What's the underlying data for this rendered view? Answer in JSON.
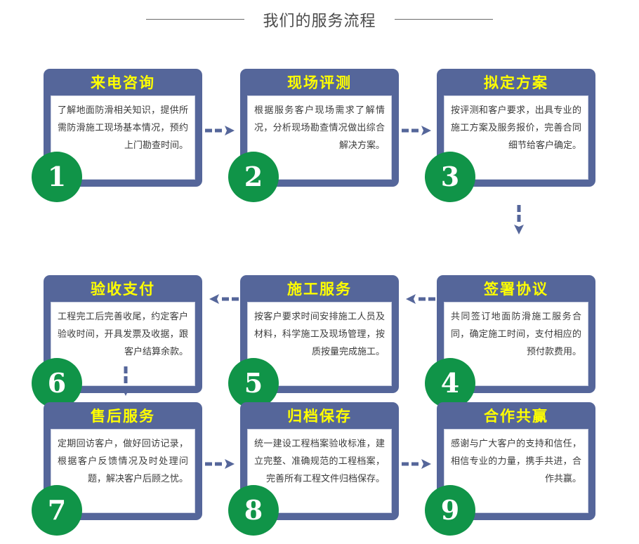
{
  "header": {
    "title": "我们的服务流程",
    "rule_left": "decorative-rule",
    "rule_right": "decorative-rule"
  },
  "theme": {
    "card_bg": "#55669A",
    "title_color": "#FFFF00",
    "badge_bg": "#109448",
    "badge_text": "#FFFFFF",
    "arrow_color": "#55669A",
    "body_bg": "#FFFFFF",
    "body_text": "#3B3B3B",
    "page_bg": "#FFFFFF"
  },
  "steps": [
    {
      "number": "1",
      "title": "来电咨询",
      "body": "了解地面防滑相关知识，提供所需防滑施工现场基本情况，预约上门勘查时间。"
    },
    {
      "number": "2",
      "title": "现场评测",
      "body": "根据服务客户现场需求了解情况，分析现场勘查情况做出综合解决方案。"
    },
    {
      "number": "3",
      "title": "拟定方案",
      "body": "按评测和客户要求，出具专业的施工方案及服务报价，完善合同细节给客户确定。"
    },
    {
      "number": "4",
      "title": "签署协议",
      "body": "共同签订地面防滑施工服务合同，确定施工时间，支付相应的预付款费用。"
    },
    {
      "number": "5",
      "title": "施工服务",
      "body": "按客户要求时间安排施工人员及材料，科学施工及现场管理，按质按量完成施工。"
    },
    {
      "number": "6",
      "title": "验收支付",
      "body": "工程完工后完善收尾，约定客户验收时间，开具发票及收据，跟客户结算余款。"
    },
    {
      "number": "7",
      "title": "售后服务",
      "body": "定期回访客户，做好回访记录，根据客户反馈情况及时处理问题，解决客户后顾之忧。"
    },
    {
      "number": "8",
      "title": "归档保存",
      "body": "统一建设工程档案验收标准，建立完整、准确规范的工程档案，完善所有工程文件归档保存。"
    },
    {
      "number": "9",
      "title": "合作共赢",
      "body": "感谢与广大客户的支持和信任，相信专业的力量，携手共进，合作共赢。"
    }
  ],
  "connectors": [
    {
      "name": "arrow-step1-to-step2",
      "direction": "right"
    },
    {
      "name": "arrow-step2-to-step3",
      "direction": "right"
    },
    {
      "name": "arrow-step3-to-step4",
      "direction": "down"
    },
    {
      "name": "arrow-step4-to-step5",
      "direction": "left"
    },
    {
      "name": "arrow-step5-to-step6",
      "direction": "left"
    },
    {
      "name": "arrow-step6-to-step7",
      "direction": "down"
    },
    {
      "name": "arrow-step7-to-step8",
      "direction": "right"
    },
    {
      "name": "arrow-step8-to-step9",
      "direction": "right"
    }
  ]
}
